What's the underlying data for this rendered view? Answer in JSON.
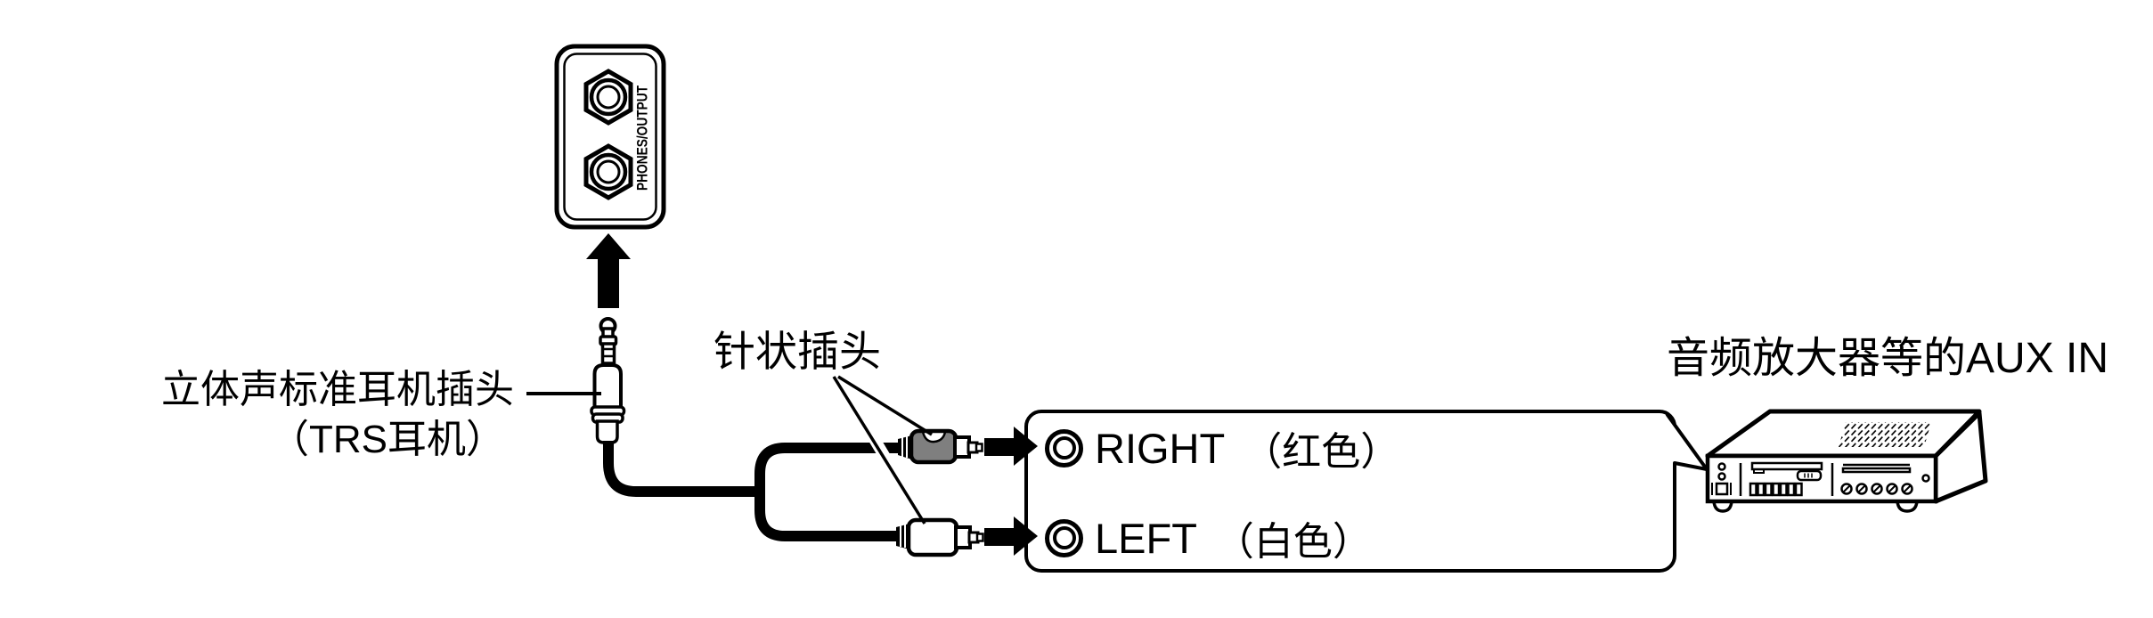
{
  "diagram": {
    "panel": {
      "label": "PHONES/OUTPUT"
    },
    "trs_plug_label": {
      "line1": "立体声标准耳机插头",
      "line2": "（TRS耳机）"
    },
    "pin_plug_label": "针状插头",
    "amplifier_label": "音频放大器等的AUX IN",
    "aux_jacks": [
      {
        "name": "RIGHT",
        "color_note": "（红色）"
      },
      {
        "name": "LEFT",
        "color_note": "（白色）"
      }
    ],
    "colors": {
      "line": "#000000",
      "background": "#ffffff",
      "rca_plug_right_body": "#7f7f7f",
      "rca_plug_left_body": "#ffffff"
    }
  }
}
